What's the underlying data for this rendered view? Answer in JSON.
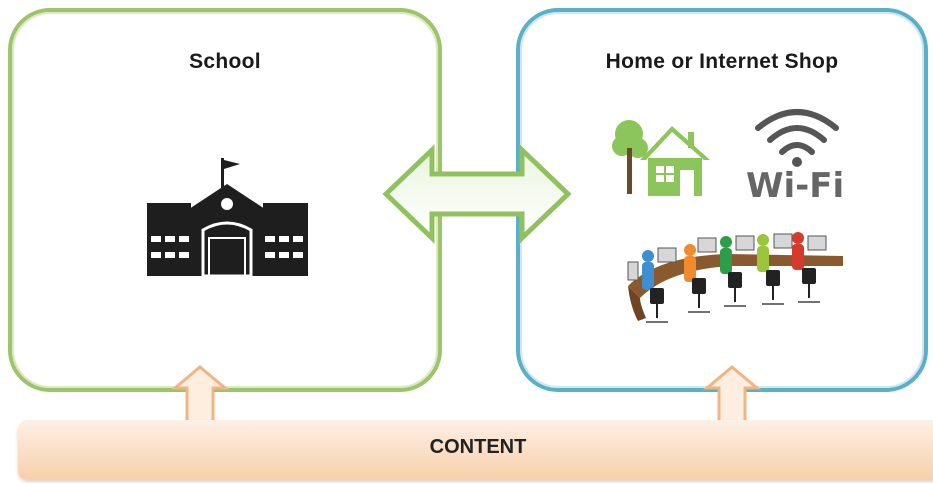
{
  "diagram": {
    "left_box": {
      "title": "School"
    },
    "right_box": {
      "title": "Home or Internet Shop",
      "wifi_label": "Wi-Fi"
    },
    "bottom_bar": {
      "label": "CONTENT"
    },
    "colors": {
      "school_border": "#9dc468",
      "home_border": "#5ab0c8",
      "double_arrow": "#8fc25e",
      "up_arrow": "#f4b98a",
      "content_bar": "#f7cfa9"
    },
    "icons": [
      "school-building-icon",
      "house-icon",
      "wifi-icon",
      "computer-lab-icon",
      "double-arrow-icon",
      "up-arrow-icon"
    ]
  }
}
